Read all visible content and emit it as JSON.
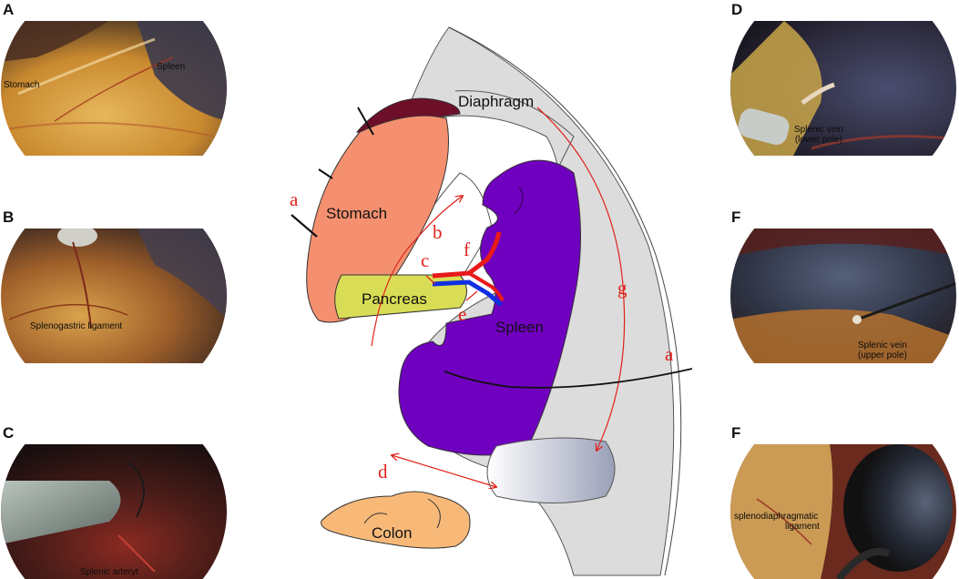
{
  "panels": {
    "A": {
      "letter": "A",
      "labels": [
        "Stomach",
        "Spleen"
      ]
    },
    "B": {
      "letter": "B",
      "labels": [
        "Splenogastric ligament"
      ]
    },
    "C": {
      "letter": "C",
      "labels": [
        "Splenic arteryt"
      ]
    },
    "D": {
      "letter": "D",
      "labels": [
        "Splenic vein",
        "(lower pole)"
      ]
    },
    "F1": {
      "letter": "F",
      "labels": [
        "Splenic vein",
        "(upper pole)"
      ]
    },
    "F2": {
      "letter": "F",
      "labels": [
        "splenodiaphragmatic",
        "ligament"
      ]
    }
  },
  "diagram": {
    "organs": {
      "diaphragm": "Diaphragm",
      "stomach": "Stomach",
      "pancreas": "Pancreas",
      "spleen": "Spleen",
      "colon": "Colon"
    },
    "markers": {
      "a_left": "a",
      "a_right": "a",
      "b": "b",
      "c": "c",
      "d": "d",
      "e": "e",
      "f": "f",
      "g": "g"
    }
  },
  "colors": {
    "stomach": "#f4906f",
    "spleen": "#7000bf",
    "pancreas": "#d9dd55",
    "colon": "#f8b978",
    "liver": "#6e0f2a",
    "diaphragm": "#d8d8d8",
    "artery": "#e81a1a",
    "vein": "#1030e0",
    "marker": "#e0211b"
  }
}
